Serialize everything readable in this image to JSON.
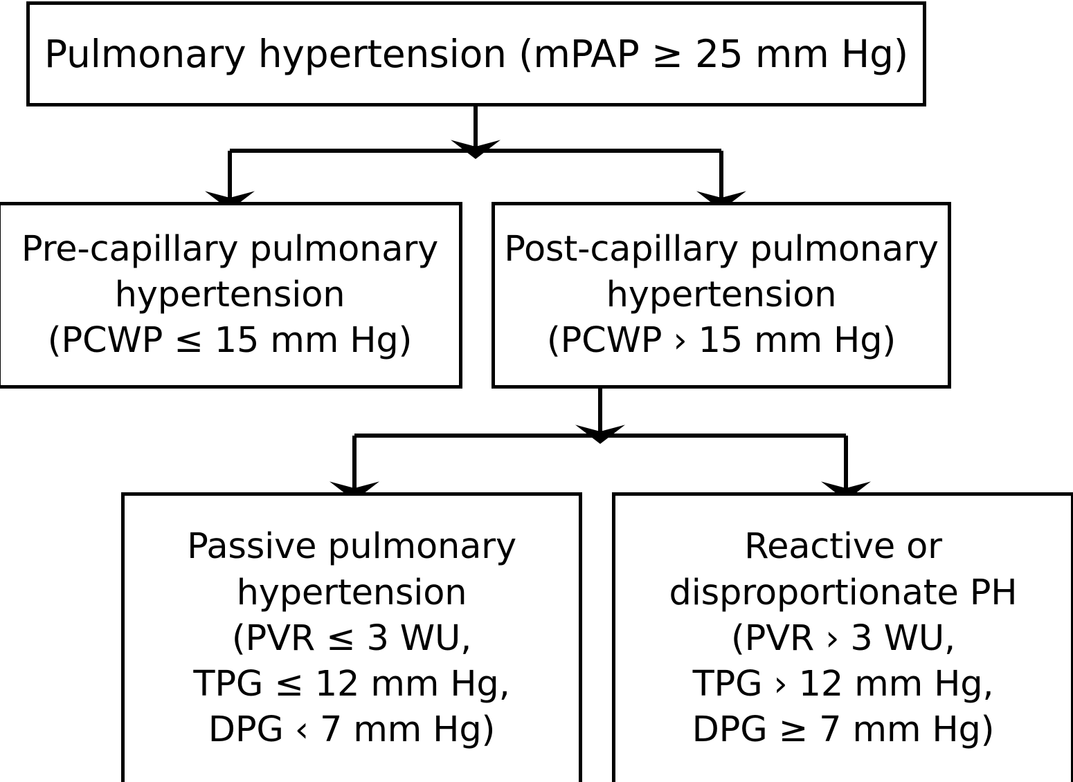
{
  "diagram": {
    "title": "Pulmonary hypertension classification flowchart",
    "type": "flowchart",
    "stroke_color": "#000000",
    "background_color": "#ffffff",
    "nodes": {
      "root": {
        "label": "Pulmonary hypertension (mPAP ≥ 25 mm Hg)",
        "level": 1
      },
      "precapillary": {
        "label": "Pre-capillary pulmonary\nhypertension\n(PCWP ≤ 15 mm Hg)",
        "level": 2
      },
      "postcapillary": {
        "label": "Post-capillary pulmonary\nhypertension\n(PCWP › 15 mm Hg)",
        "level": 2
      },
      "passive": {
        "label": "Passive pulmonary\nhypertension\n(PVR ≤ 3 WU,\nTPG ≤ 12 mm Hg,\nDPG ‹ 7 mm Hg)",
        "level": 3
      },
      "reactive": {
        "label": "Reactive or\ndisproportionate PH\n(PVR › 3 WU,\nTPG › 12 mm Hg,\nDPG ≥ 7 mm Hg)",
        "level": 3
      }
    },
    "edges": [
      {
        "from": "root",
        "to": "precapillary",
        "style": "orthogonal-split-arrow"
      },
      {
        "from": "root",
        "to": "postcapillary",
        "style": "orthogonal-split-arrow"
      },
      {
        "from": "postcapillary",
        "to": "passive",
        "style": "orthogonal-split-arrow"
      },
      {
        "from": "postcapillary",
        "to": "reactive",
        "style": "orthogonal-split-arrow"
      }
    ]
  }
}
